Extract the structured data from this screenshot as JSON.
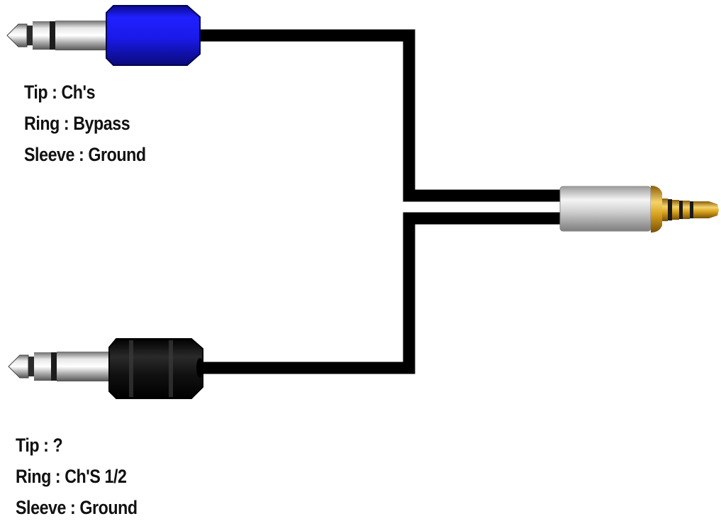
{
  "top_plug": {
    "tip": "Tip : Ch's",
    "ring": "Ring : Bypass",
    "sleeve": "Sleeve : Ground",
    "body_color": "#1414e6"
  },
  "bottom_plug": {
    "tip": "Tip : ?",
    "ring": "Ring : Ch'S 1/2",
    "sleeve": "Sleeve : Ground",
    "body_color": "#151515"
  },
  "output_plug": {
    "type": "3.5mm TRRS",
    "contact_color": "#d9a520",
    "ring_color": "#1a1a1a"
  },
  "cable_color": "#000000"
}
